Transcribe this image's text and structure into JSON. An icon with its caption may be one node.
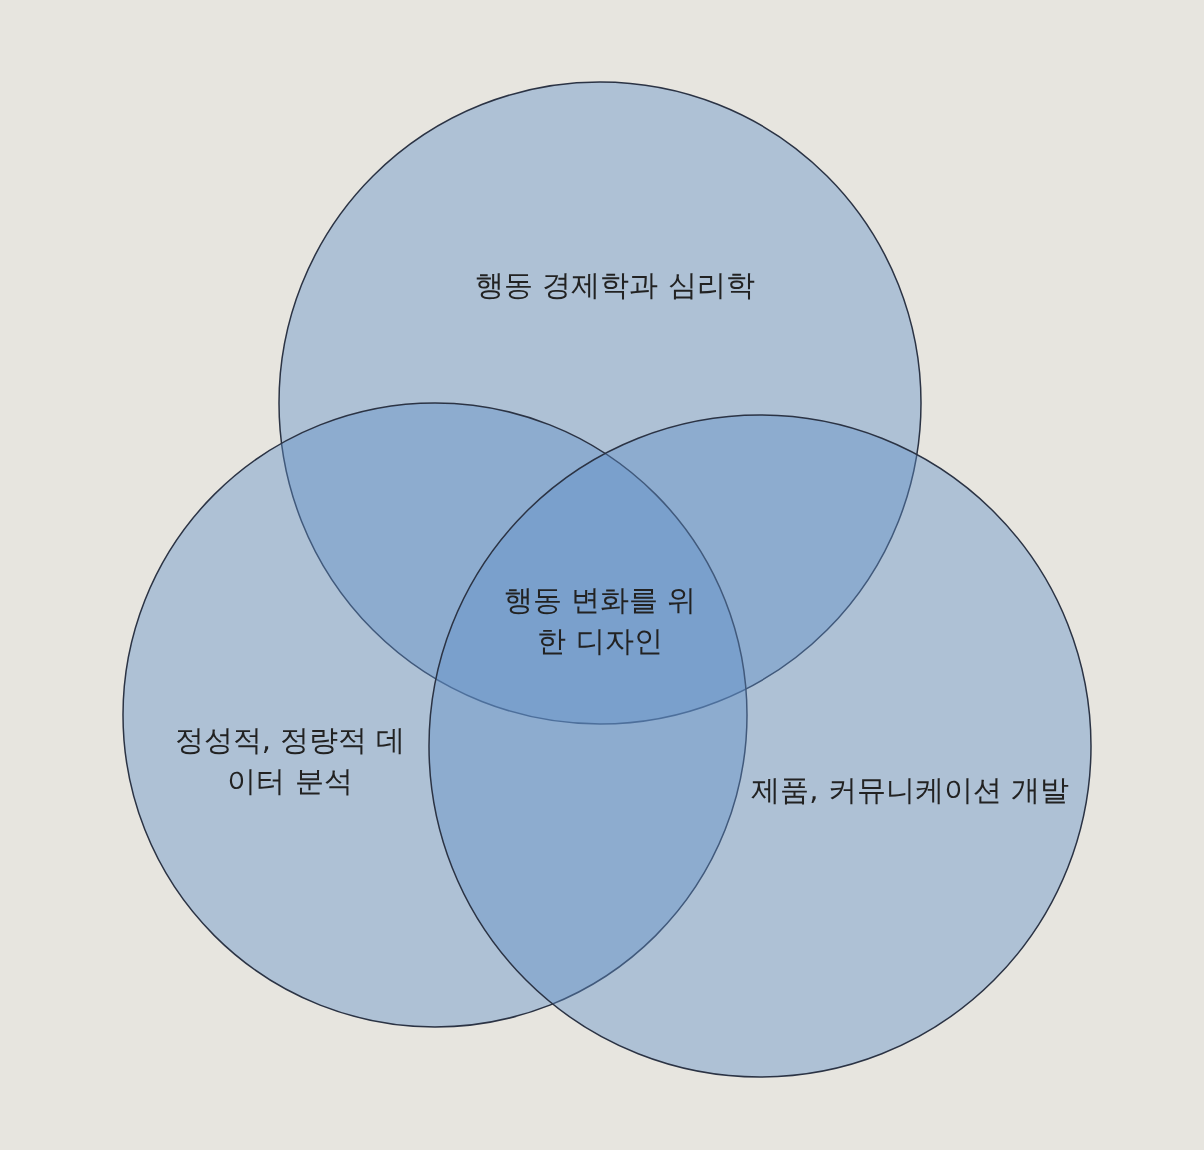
{
  "diagram": {
    "nodes": [
      {
        "text": [
          "행동 경제학과 심리학"
        ]
      },
      {
        "text": [
          "정성적, 정량적 데이터 분석"
        ]
      },
      {
        "text": [
          "제품, 커뮤니케이션 개발"
        ]
      }
    ],
    "labels": [
      "행동 변화를 위한 디자인"
    ]
  }
}
